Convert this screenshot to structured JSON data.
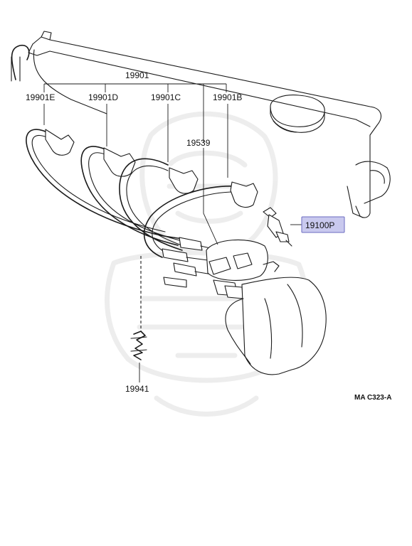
{
  "diagram": {
    "part_group_label": "19901",
    "wires": [
      {
        "label": "19901E"
      },
      {
        "label": "19901D"
      },
      {
        "label": "19901C"
      },
      {
        "label": "19901B"
      }
    ],
    "bracket_label": "19539",
    "clip_label": "19941",
    "highlight": {
      "label": "19100P",
      "fill": "#c9c9ee",
      "stroke": "#6a6ac0"
    },
    "figure_code": "MA  C323-A"
  }
}
